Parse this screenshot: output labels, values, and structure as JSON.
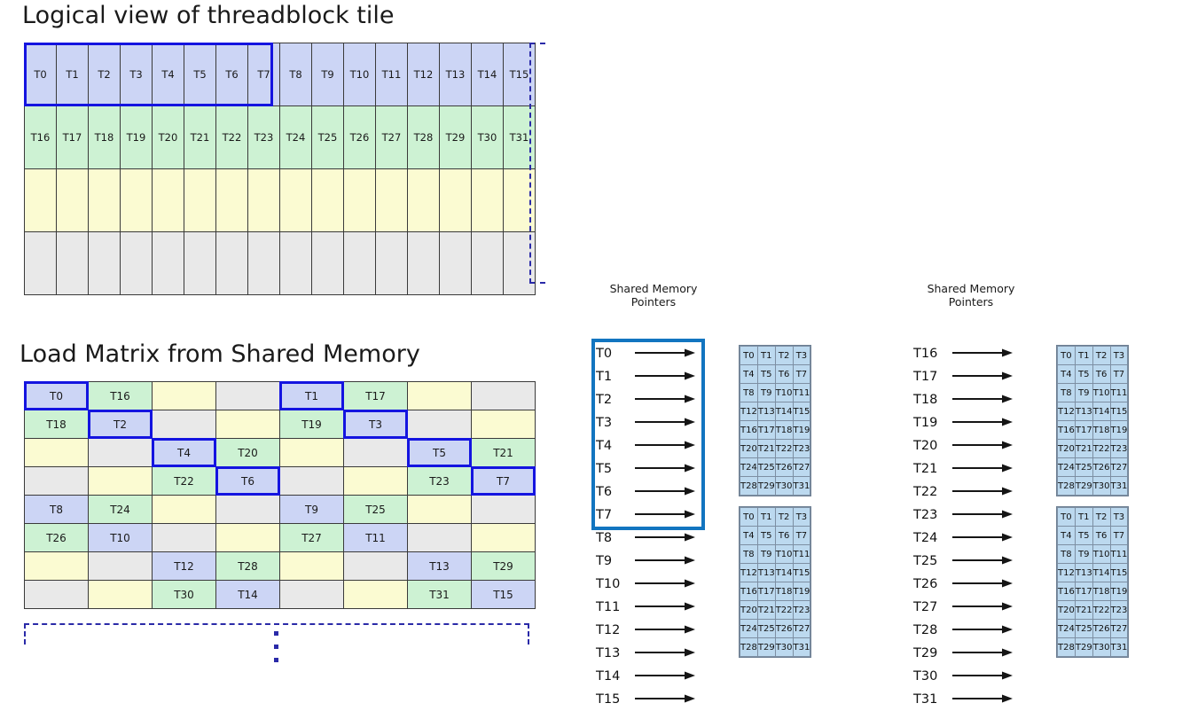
{
  "titles": {
    "logical_view": "Logical view of threadblock tile",
    "load_matrix": "Load Matrix from Shared Memory",
    "shared_mem_line1": "Shared Memory",
    "shared_mem_line2": "Pointers"
  },
  "logical_grid": {
    "rows": [
      {
        "fill": "c-blue",
        "labels": [
          "T0",
          "T1",
          "T2",
          "T3",
          "T4",
          "T5",
          "T6",
          "T7",
          "T8",
          "T9",
          "T10",
          "T11",
          "T12",
          "T13",
          "T14",
          "T15"
        ]
      },
      {
        "fill": "c-green",
        "labels": [
          "T16",
          "T17",
          "T18",
          "T19",
          "T20",
          "T21",
          "T22",
          "T23",
          "T24",
          "T25",
          "T26",
          "T27",
          "T28",
          "T29",
          "T30",
          "T31"
        ]
      },
      {
        "fill": "c-yellow",
        "labels": [
          "",
          "",
          "",
          "",
          "",
          "",
          "",
          "",
          "",
          "",
          "",
          "",
          "",
          "",
          "",
          ""
        ]
      },
      {
        "fill": "c-grey",
        "labels": [
          "",
          "",
          "",
          "",
          "",
          "",
          "",
          "",
          "",
          "",
          "",
          "",
          "",
          "",
          "",
          ""
        ]
      }
    ],
    "highlight_note": "T0-T7 outlined"
  },
  "load_grid": {
    "rows": [
      [
        {
          "t": "T0",
          "f": "c-blue",
          "hl": "tl"
        },
        {
          "t": "T16",
          "f": "c-green"
        },
        {
          "t": "",
          "f": "c-yellow"
        },
        {
          "t": "",
          "f": "c-grey"
        },
        {
          "t": "T1",
          "f": "c-blue",
          "hl": "tl"
        },
        {
          "t": "T17",
          "f": "c-green"
        },
        {
          "t": "",
          "f": "c-yellow"
        },
        {
          "t": "",
          "f": "c-grey"
        }
      ],
      [
        {
          "t": "T18",
          "f": "c-green"
        },
        {
          "t": "T2",
          "f": "c-blue",
          "hl": "tl"
        },
        {
          "t": "",
          "f": "c-grey"
        },
        {
          "t": "",
          "f": "c-yellow"
        },
        {
          "t": "T19",
          "f": "c-green"
        },
        {
          "t": "T3",
          "f": "c-blue",
          "hl": "tl"
        },
        {
          "t": "",
          "f": "c-grey"
        },
        {
          "t": "",
          "f": "c-yellow"
        }
      ],
      [
        {
          "t": "",
          "f": "c-yellow"
        },
        {
          "t": "",
          "f": "c-grey"
        },
        {
          "t": "T4",
          "f": "c-blue",
          "hl": "tl"
        },
        {
          "t": "T20",
          "f": "c-green"
        },
        {
          "t": "",
          "f": "c-yellow"
        },
        {
          "t": "",
          "f": "c-grey"
        },
        {
          "t": "T5",
          "f": "c-blue",
          "hl": "tl"
        },
        {
          "t": "T21",
          "f": "c-green"
        }
      ],
      [
        {
          "t": "",
          "f": "c-grey"
        },
        {
          "t": "",
          "f": "c-yellow"
        },
        {
          "t": "T22",
          "f": "c-green"
        },
        {
          "t": "T6",
          "f": "c-blue",
          "hl": "tl"
        },
        {
          "t": "",
          "f": "c-grey"
        },
        {
          "t": "",
          "f": "c-yellow"
        },
        {
          "t": "T23",
          "f": "c-green"
        },
        {
          "t": "T7",
          "f": "c-blue",
          "hl": "tl"
        }
      ],
      [
        {
          "t": "T8",
          "f": "c-blue"
        },
        {
          "t": "T24",
          "f": "c-green"
        },
        {
          "t": "",
          "f": "c-yellow"
        },
        {
          "t": "",
          "f": "c-grey"
        },
        {
          "t": "T9",
          "f": "c-blue"
        },
        {
          "t": "T25",
          "f": "c-green"
        },
        {
          "t": "",
          "f": "c-yellow"
        },
        {
          "t": "",
          "f": "c-grey"
        }
      ],
      [
        {
          "t": "T26",
          "f": "c-green"
        },
        {
          "t": "T10",
          "f": "c-blue"
        },
        {
          "t": "",
          "f": "c-grey"
        },
        {
          "t": "",
          "f": "c-yellow"
        },
        {
          "t": "T27",
          "f": "c-green"
        },
        {
          "t": "T11",
          "f": "c-blue"
        },
        {
          "t": "",
          "f": "c-grey"
        },
        {
          "t": "",
          "f": "c-yellow"
        }
      ],
      [
        {
          "t": "",
          "f": "c-yellow"
        },
        {
          "t": "",
          "f": "c-grey"
        },
        {
          "t": "T12",
          "f": "c-blue"
        },
        {
          "t": "T28",
          "f": "c-green"
        },
        {
          "t": "",
          "f": "c-yellow"
        },
        {
          "t": "",
          "f": "c-grey"
        },
        {
          "t": "T13",
          "f": "c-blue"
        },
        {
          "t": "T29",
          "f": "c-green"
        }
      ],
      [
        {
          "t": "",
          "f": "c-grey"
        },
        {
          "t": "",
          "f": "c-yellow"
        },
        {
          "t": "T30",
          "f": "c-green"
        },
        {
          "t": "T14",
          "f": "c-blue"
        },
        {
          "t": "",
          "f": "c-grey"
        },
        {
          "t": "",
          "f": "c-yellow"
        },
        {
          "t": "T31",
          "f": "c-green"
        },
        {
          "t": "T15",
          "f": "c-blue"
        }
      ]
    ]
  },
  "pointer_panels": [
    {
      "id": "left",
      "header1": "Shared Memory",
      "header2": "Pointers",
      "labels": [
        "T0",
        "T1",
        "T2",
        "T3",
        "T4",
        "T5",
        "T6",
        "T7",
        "T8",
        "T9",
        "T10",
        "T11",
        "T12",
        "T13",
        "T14",
        "T15"
      ],
      "highlight_range": [
        0,
        7
      ],
      "tables": [
        {
          "rows": [
            [
              "T0",
              "T1",
              "T2",
              "T3"
            ],
            [
              "T4",
              "T5",
              "T6",
              "T7"
            ],
            [
              "T8",
              "T9",
              "T10",
              "T11"
            ],
            [
              "T12",
              "T13",
              "T14",
              "T15"
            ],
            [
              "T16",
              "T17",
              "T18",
              "T19"
            ],
            [
              "T20",
              "T21",
              "T22",
              "T23"
            ],
            [
              "T24",
              "T25",
              "T26",
              "T27"
            ],
            [
              "T28",
              "T29",
              "T30",
              "T31"
            ]
          ]
        },
        {
          "rows": [
            [
              "T0",
              "T1",
              "T2",
              "T3"
            ],
            [
              "T4",
              "T5",
              "T6",
              "T7"
            ],
            [
              "T8",
              "T9",
              "T10",
              "T11"
            ],
            [
              "T12",
              "T13",
              "T14",
              "T15"
            ],
            [
              "T16",
              "T17",
              "T18",
              "T19"
            ],
            [
              "T20",
              "T21",
              "T22",
              "T23"
            ],
            [
              "T24",
              "T25",
              "T26",
              "T27"
            ],
            [
              "T28",
              "T29",
              "T30",
              "T31"
            ]
          ]
        }
      ]
    },
    {
      "id": "right",
      "header1": "Shared Memory",
      "header2": "Pointers",
      "labels": [
        "T16",
        "T17",
        "T18",
        "T19",
        "T20",
        "T21",
        "T22",
        "T23",
        "T24",
        "T25",
        "T26",
        "T27",
        "T28",
        "T29",
        "T30",
        "T31"
      ],
      "highlight_range": null,
      "tables": [
        {
          "rows": [
            [
              "T0",
              "T1",
              "T2",
              "T3"
            ],
            [
              "T4",
              "T5",
              "T6",
              "T7"
            ],
            [
              "T8",
              "T9",
              "T10",
              "T11"
            ],
            [
              "T12",
              "T13",
              "T14",
              "T15"
            ],
            [
              "T16",
              "T17",
              "T18",
              "T19"
            ],
            [
              "T20",
              "T21",
              "T22",
              "T23"
            ],
            [
              "T24",
              "T25",
              "T26",
              "T27"
            ],
            [
              "T28",
              "T29",
              "T30",
              "T31"
            ]
          ]
        },
        {
          "rows": [
            [
              "T0",
              "T1",
              "T2",
              "T3"
            ],
            [
              "T4",
              "T5",
              "T6",
              "T7"
            ],
            [
              "T8",
              "T9",
              "T10",
              "T11"
            ],
            [
              "T12",
              "T13",
              "T14",
              "T15"
            ],
            [
              "T16",
              "T17",
              "T18",
              "T19"
            ],
            [
              "T20",
              "T21",
              "T22",
              "T23"
            ],
            [
              "T24",
              "T25",
              "T26",
              "T27"
            ],
            [
              "T28",
              "T29",
              "T30",
              "T31"
            ]
          ]
        }
      ]
    }
  ],
  "colors": {
    "blue_fill": "#ccd5f5",
    "green_fill": "#cdf2d3",
    "yellow_fill": "#fbfbd2",
    "grey_fill": "#e9e9e9",
    "light_blue_fill": "#bcd9ef",
    "highlight_navy": "#1414e0",
    "highlight_cyan": "#1275c0",
    "dashed_bracket": "#2a2aa8"
  }
}
